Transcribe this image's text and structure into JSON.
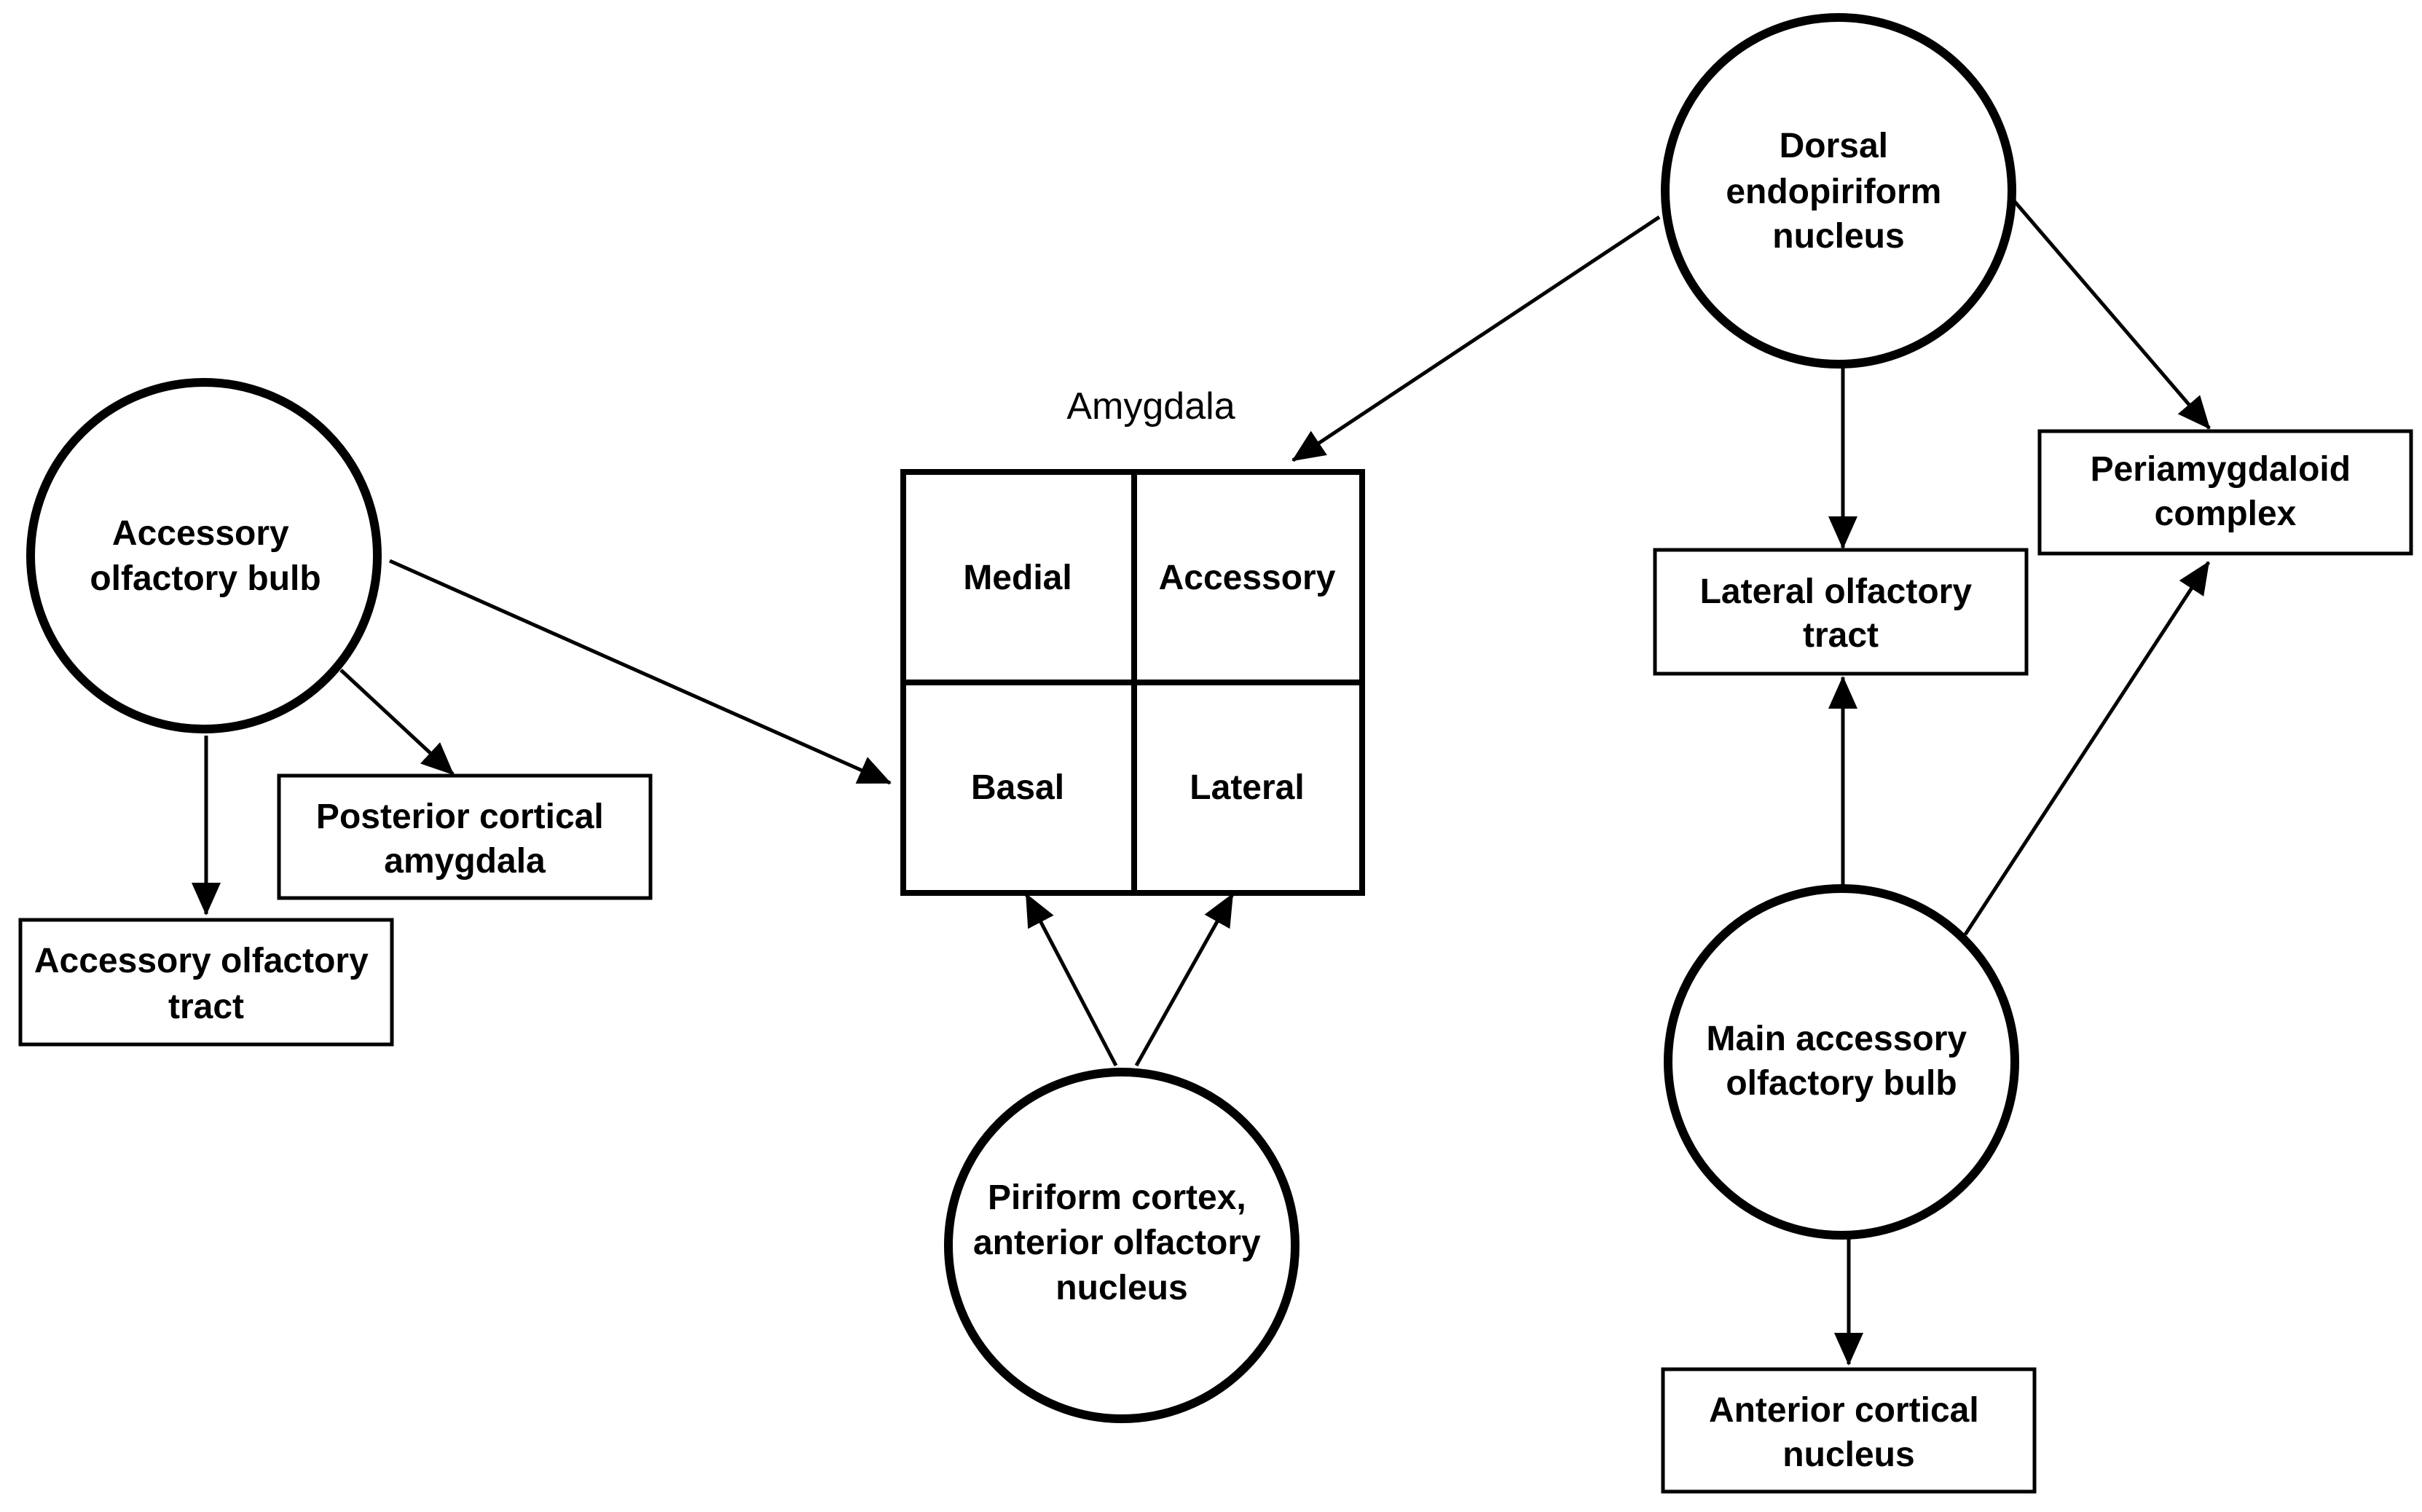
{
  "amygdala": {
    "title": "Amygdala",
    "cells": {
      "medial": "Medial",
      "accessory": "Accessory",
      "basal": "Basal",
      "lateral": "Lateral"
    }
  },
  "nodes": {
    "dorsal_endopiriform_nucleus": [
      "Dorsal",
      "endopiriform",
      "nucleus"
    ],
    "accessory_olfactory_bulb": [
      "Accessory",
      "olfactory bulb"
    ],
    "piriform_cortex": [
      "Piriform cortex,",
      "anterior olfactory",
      "nucleus"
    ],
    "main_accessory_olfactory_bulb": [
      "Main accessory",
      "olfactory bulb"
    ],
    "posterior_cortical_amygdala": [
      "Posterior cortical",
      "amygdala"
    ],
    "accessory_olfactory_tract": [
      "Accessory olfactory",
      "tract"
    ],
    "lateral_olfactory_tract": [
      "Lateral olfactory",
      "tract"
    ],
    "periamygdaloid_complex": [
      "Periamygdaloid",
      "complex"
    ],
    "anterior_cortical_nucleus": [
      "Anterior cortical",
      "nucleus"
    ]
  },
  "colors": {
    "stroke": "#000000",
    "background": "#ffffff"
  }
}
